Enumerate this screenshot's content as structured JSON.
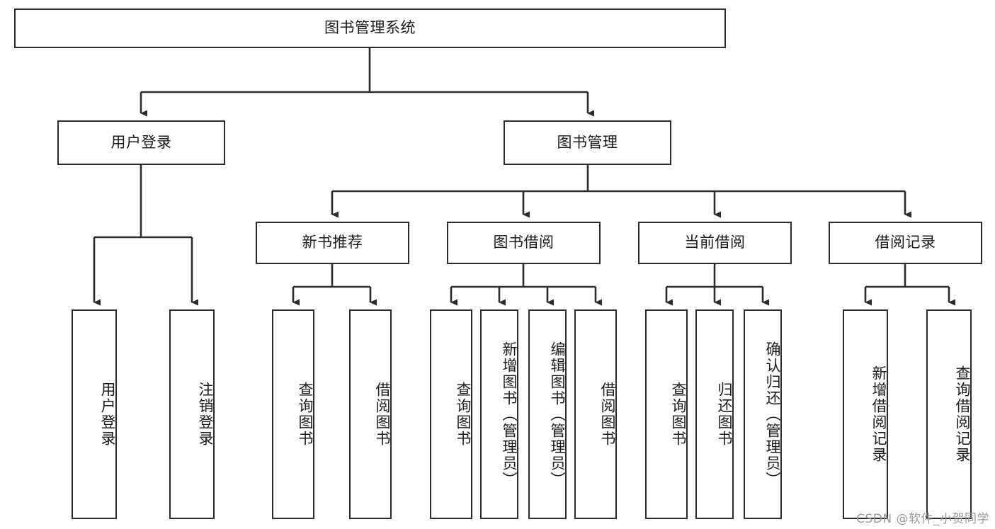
{
  "diagram": {
    "title": "图书管理系统",
    "watermark": "CSDN @软件_小贺同学",
    "colors": {
      "background": "#ffffff",
      "node_border": "#2b2b2b",
      "node_fill": "#ffffff",
      "edge": "#2b2b2b",
      "text": "#1a1a1a",
      "watermark": "#9a9a9a"
    },
    "nodes": {
      "root": {
        "label": "图书管理系统"
      },
      "level2": [
        {
          "id": "user-login",
          "label": "用户登录"
        },
        {
          "id": "book-manage",
          "label": "图书管理"
        }
      ],
      "level3": [
        {
          "id": "new-book-recommend",
          "label": "新书推荐"
        },
        {
          "id": "book-borrow",
          "label": "图书借阅"
        },
        {
          "id": "current-borrow",
          "label": "当前借阅"
        },
        {
          "id": "borrow-record",
          "label": "借阅记录"
        }
      ],
      "leaves": {
        "user_login": [
          {
            "id": "leaf-user-login",
            "label": "用户登录"
          },
          {
            "id": "leaf-logout-login",
            "label": "注销登录"
          }
        ],
        "new_book_recommend": [
          {
            "id": "leaf-query-book-1",
            "label": "查询图书"
          },
          {
            "id": "leaf-borrow-book-1",
            "label": "借阅图书"
          }
        ],
        "book_borrow": [
          {
            "id": "leaf-query-book-2",
            "label": "查询图书"
          },
          {
            "id": "leaf-add-book",
            "label": "新增图书（管理员）"
          },
          {
            "id": "leaf-edit-book",
            "label": "编辑图书（管理员）"
          },
          {
            "id": "leaf-borrow-book-2",
            "label": "借阅图书"
          }
        ],
        "current_borrow": [
          {
            "id": "leaf-query-book-3",
            "label": "查询图书"
          },
          {
            "id": "leaf-return-book",
            "label": "归还图书"
          },
          {
            "id": "leaf-confirm-return",
            "label": "确认归还（管理员）"
          }
        ],
        "borrow_record": [
          {
            "id": "leaf-add-record",
            "label": "新增借阅记录"
          },
          {
            "id": "leaf-query-record",
            "label": "查询借阅记录"
          }
        ]
      }
    }
  }
}
